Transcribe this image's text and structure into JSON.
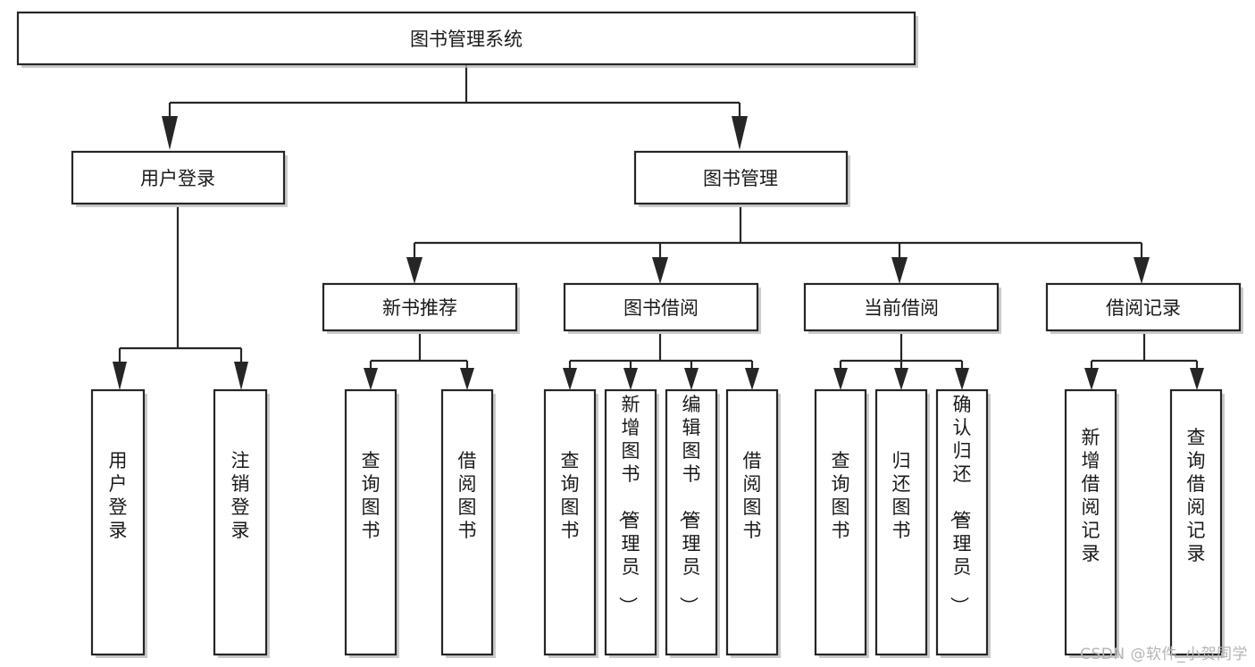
{
  "diagram": {
    "type": "tree-hierarchy",
    "title": "图书管理系统",
    "watermark": "CSDN @软件_小贺同学",
    "colors": {
      "stroke": "#262626",
      "fill": "#ffffff",
      "text": "#1a1a1a",
      "shadow": "#b9b9b9",
      "watermark": "#b5b5b5",
      "background": "#ffffff"
    },
    "levels": {
      "root": "图书管理系统",
      "level2": [
        "用户登录",
        "图书管理"
      ],
      "level3": [
        "新书推荐",
        "图书借阅",
        "当前借阅",
        "借阅记录"
      ],
      "level4_groups": [
        {
          "parent": "用户登录",
          "children": [
            "用户登录",
            "注销登录"
          ]
        },
        {
          "parent": "新书推荐",
          "children": [
            "查询图书",
            "借阅图书"
          ]
        },
        {
          "parent": "图书借阅",
          "children": [
            "查询图书",
            "新增图书（管理员）",
            "编辑图书（管理员）",
            "借阅图书"
          ]
        },
        {
          "parent": "当前借阅",
          "children": [
            "查询图书",
            "归还图书",
            "确认归还（管理员）"
          ]
        },
        {
          "parent": "借阅记录",
          "children": [
            "新增借阅记录",
            "查询借阅记录"
          ]
        }
      ]
    },
    "nodes": {
      "root": {
        "label": "图书管理系统"
      },
      "user_login": {
        "label": "用户登录"
      },
      "book_manage": {
        "label": "图书管理"
      },
      "new_book_rec": {
        "label": "新书推荐"
      },
      "book_borrow": {
        "label": "图书借阅"
      },
      "current_borrow": {
        "label": "当前借阅"
      },
      "borrow_record": {
        "label": "借阅记录"
      },
      "leaf_user_login": {
        "label": "用户登录"
      },
      "leaf_logout": {
        "label": "注销登录"
      },
      "leaf_query_book_1": {
        "label": "查询图书"
      },
      "leaf_borrow_book_1": {
        "label": "借阅图书"
      },
      "leaf_query_book_2": {
        "label": "查询图书"
      },
      "leaf_add_book": {
        "label": "新增图书（管理员）"
      },
      "leaf_edit_book": {
        "label": "编辑图书（管理员）"
      },
      "leaf_borrow_book_2": {
        "label": "借阅图书"
      },
      "leaf_query_book_3": {
        "label": "查询图书"
      },
      "leaf_return_book": {
        "label": "归还图书"
      },
      "leaf_confirm_return": {
        "label": "确认归还（管理员）"
      },
      "leaf_add_record": {
        "label": "新增借阅记录"
      },
      "leaf_query_record": {
        "label": "查询借阅记录"
      }
    },
    "edges": [
      {
        "from": "图书管理系统",
        "to": "用户登录"
      },
      {
        "from": "图书管理系统",
        "to": "图书管理"
      },
      {
        "from": "用户登录",
        "to": "用户登录"
      },
      {
        "from": "用户登录",
        "to": "注销登录"
      },
      {
        "from": "图书管理",
        "to": "新书推荐"
      },
      {
        "from": "图书管理",
        "to": "图书借阅"
      },
      {
        "from": "图书管理",
        "to": "当前借阅"
      },
      {
        "from": "图书管理",
        "to": "借阅记录"
      },
      {
        "from": "新书推荐",
        "to": "查询图书"
      },
      {
        "from": "新书推荐",
        "to": "借阅图书"
      },
      {
        "from": "图书借阅",
        "to": "查询图书"
      },
      {
        "from": "图书借阅",
        "to": "新增图书（管理员）"
      },
      {
        "from": "图书借阅",
        "to": "编辑图书（管理员）"
      },
      {
        "from": "图书借阅",
        "to": "借阅图书"
      },
      {
        "from": "当前借阅",
        "to": "查询图书"
      },
      {
        "from": "当前借阅",
        "to": "归还图书"
      },
      {
        "from": "当前借阅",
        "to": "确认归还（管理员）"
      },
      {
        "from": "借阅记录",
        "to": "新增借阅记录"
      },
      {
        "from": "借阅记录",
        "to": "查询借阅记录"
      }
    ]
  }
}
